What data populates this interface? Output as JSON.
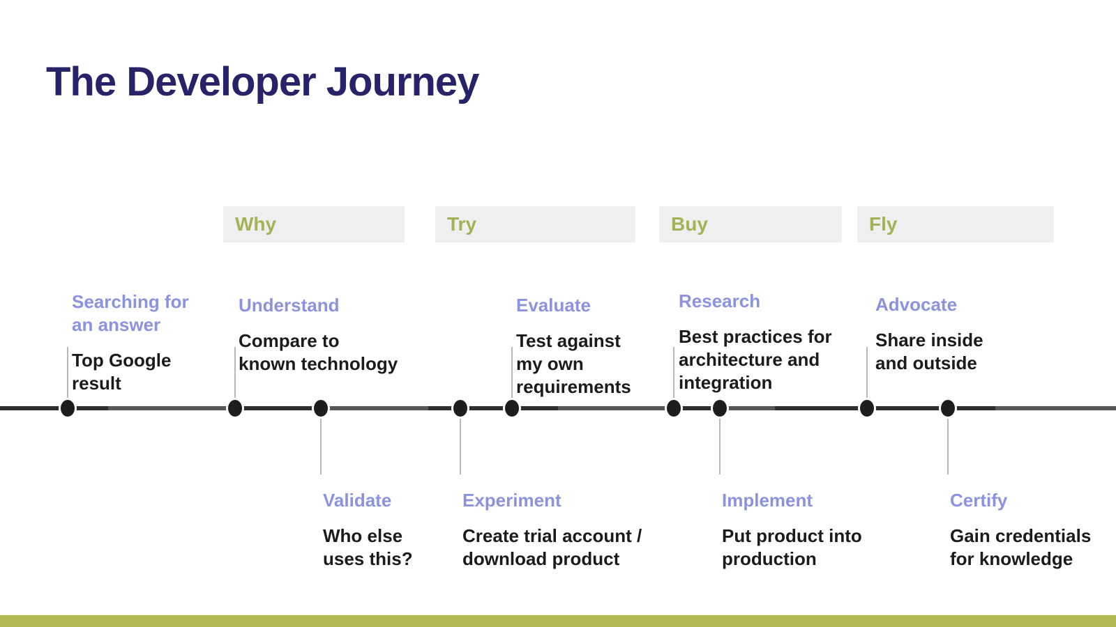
{
  "title": "The Developer Journey",
  "phases": [
    {
      "label": "Why"
    },
    {
      "label": "Try"
    },
    {
      "label": "Buy"
    },
    {
      "label": "Fly"
    }
  ],
  "stages": [
    {
      "name": "searching",
      "title_lines": [
        "Searching for",
        "an answer"
      ],
      "desc_lines": [
        "Top Google",
        "result"
      ],
      "side": "above"
    },
    {
      "name": "understand",
      "title_lines": [
        "Understand"
      ],
      "desc_lines": [
        "Compare to",
        "known technology"
      ],
      "side": "above"
    },
    {
      "name": "validate",
      "title_lines": [
        "Validate"
      ],
      "desc_lines": [
        "Who else",
        "uses this?"
      ],
      "side": "below"
    },
    {
      "name": "experiment",
      "title_lines": [
        "Experiment"
      ],
      "desc_lines": [
        "Create trial account /",
        "download product"
      ],
      "side": "below"
    },
    {
      "name": "evaluate",
      "title_lines": [
        "Evaluate"
      ],
      "desc_lines": [
        "Test against",
        "my own",
        "requirements"
      ],
      "side": "above"
    },
    {
      "name": "research",
      "title_lines": [
        "Research"
      ],
      "desc_lines": [
        "Best practices for",
        "architecture and",
        "integration"
      ],
      "side": "above"
    },
    {
      "name": "implement",
      "title_lines": [
        "Implement"
      ],
      "desc_lines": [
        "Put product into",
        "production"
      ],
      "side": "below"
    },
    {
      "name": "advocate",
      "title_lines": [
        "Advocate"
      ],
      "desc_lines": [
        "Share inside",
        "and outside"
      ],
      "side": "above"
    },
    {
      "name": "certify",
      "title_lines": [
        "Certify"
      ],
      "desc_lines": [
        "Gain credentials",
        "for knowledge"
      ],
      "side": "below"
    }
  ],
  "colors": {
    "title": "#272368",
    "stage_title": "#8b93de",
    "body_text": "#1b1b1d",
    "phase_label": "#a6b155",
    "phase_box_bg": "#efefef",
    "timeline": "#2e2e31",
    "timeline_light": "#57575a",
    "dot": "#1d1d1f",
    "connector": "#b8b8b8",
    "accent_bar": "#b1b955"
  }
}
